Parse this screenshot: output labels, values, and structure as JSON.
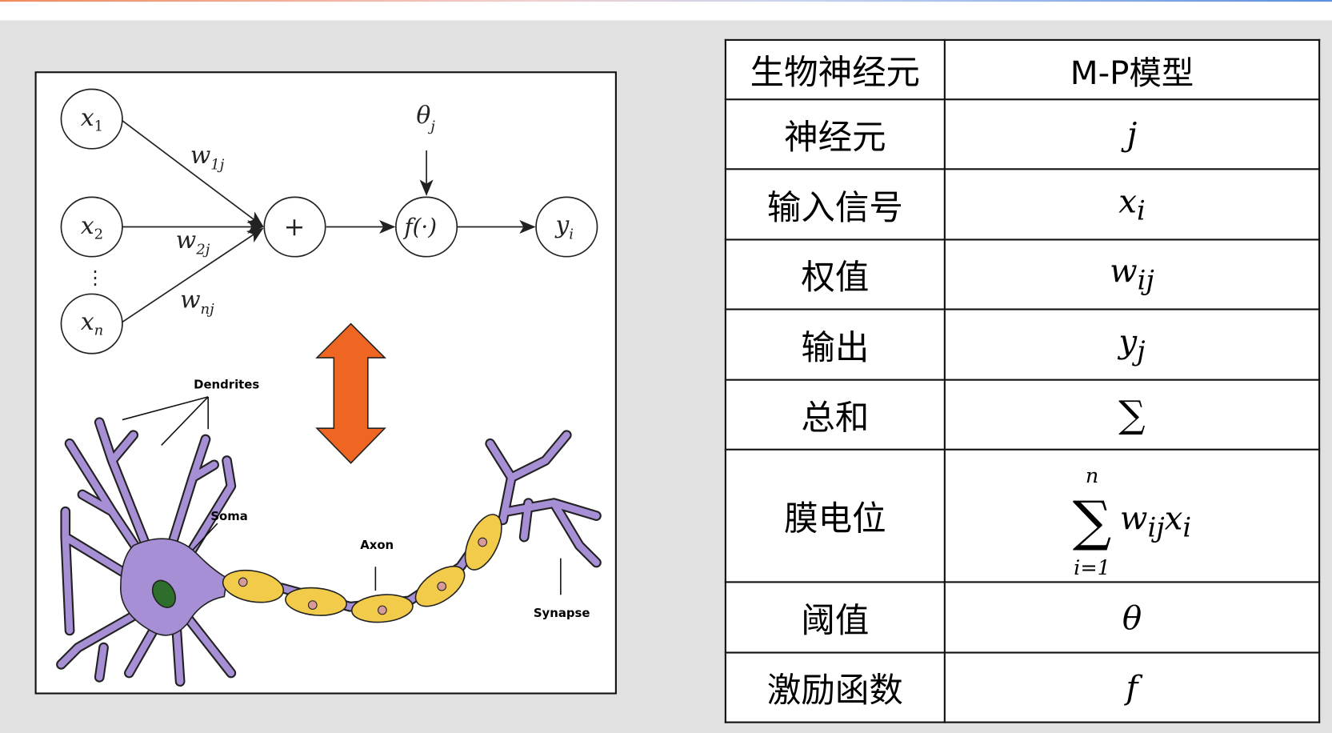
{
  "figure": {
    "mp_nodes": {
      "x1": "x",
      "x1_sub": "1",
      "x2": "x",
      "x2_sub": "2",
      "xn": "x",
      "xn_sub": "n",
      "sum": "+",
      "f": "f(·)",
      "y": "y",
      "y_sub": "i",
      "theta": "θ",
      "theta_sub": "j",
      "dots": "⋮"
    },
    "weights": {
      "w1": "w",
      "w1_sub": "1j",
      "w2": "w",
      "w2_sub": "2j",
      "wn": "w",
      "wn_sub": "nj"
    },
    "neuron_labels": {
      "dendrites": "Dendrites",
      "soma": "Soma",
      "axon": "Axon",
      "synapse": "Synapse"
    },
    "arrow_color": "#ee6622",
    "neuron_color": "#a68fd4",
    "myelin_color": "#f2cb4a"
  },
  "table": {
    "header": [
      "生物神经元",
      "M-P模型"
    ],
    "rows": [
      {
        "bio": "神经元",
        "model": "j"
      },
      {
        "bio": "输入信号",
        "model": "x",
        "sub": "i"
      },
      {
        "bio": "权值",
        "model": "w",
        "sub": "ij"
      },
      {
        "bio": "输出",
        "model": "y",
        "sub": "j"
      },
      {
        "bio": "总和",
        "model": "∑"
      },
      {
        "bio": "膜电位",
        "sum_top": "n",
        "sum_sigma": "∑",
        "sum_bottom": "i=1",
        "model": "w",
        "sub": "ij",
        "model2": "x",
        "sub2": "i"
      },
      {
        "bio": "阈值",
        "model": "θ"
      },
      {
        "bio": "激励函数",
        "model": "f"
      }
    ]
  }
}
